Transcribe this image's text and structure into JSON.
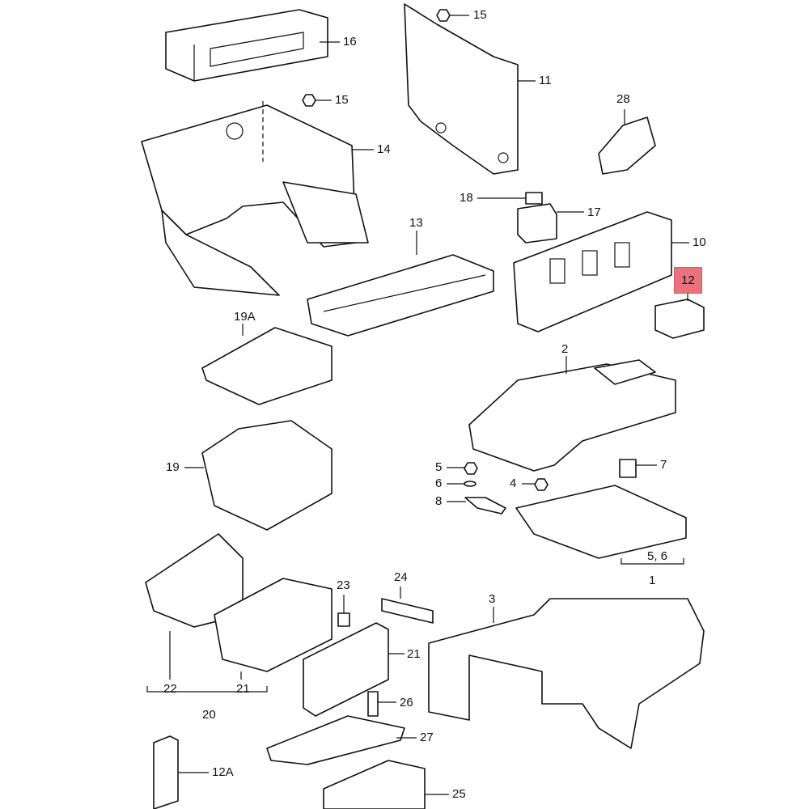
{
  "diagram": {
    "type": "exploded-parts-diagram",
    "highlight_color": "#e8737c",
    "highlighted_part": "12",
    "labels": {
      "p16": "16",
      "p15a": "15",
      "p15b": "15",
      "p11": "11",
      "p14": "14",
      "p28": "28",
      "p18": "18",
      "p17": "17",
      "p13": "13",
      "p10": "10",
      "p12": "12",
      "p19A": "19A",
      "p2": "2",
      "p19": "19",
      "p5": "5",
      "p6": "6",
      "p8": "8",
      "p4": "4",
      "p7": "7",
      "p56": "5, 6",
      "p1": "1",
      "p23": "23",
      "p24": "24",
      "p3": "3",
      "p22": "22",
      "p21a": "21",
      "p21b": "21",
      "p20": "20",
      "p26": "26",
      "p27": "27",
      "p12A": "12A",
      "p25": "25"
    }
  }
}
